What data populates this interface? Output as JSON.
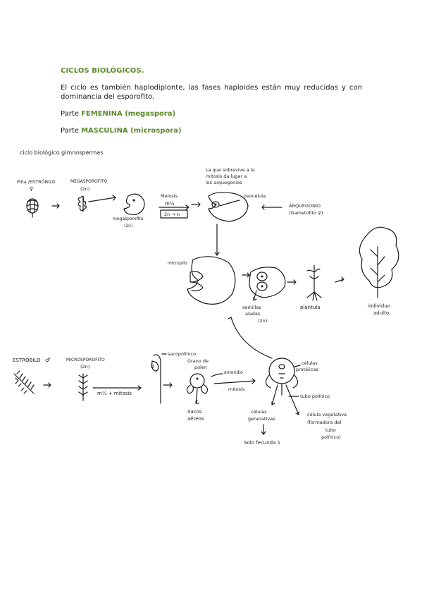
{
  "colors": {
    "accent": "#5d8a2c",
    "ink": "#1a1a1a"
  },
  "heading": "CICLOS BIOLÓGICOS.",
  "intro": "El ciclo es también haplodiplonte, las fases haploides están muy reducidas y con dominancia del esporofito.",
  "female": {
    "prefix": "Parte ",
    "term": "FEMENINA (megaspora)"
  },
  "male": {
    "prefix": "Parte ",
    "term": "MASCULINA (microspora)"
  },
  "diagram": {
    "title": "ciclo biológico gimnospermas",
    "pina": "Piña /ESTRÓBILO",
    "female_symbol": "♀",
    "megasporofito": "MEGASPOROFITO",
    "two_n": "(2n)",
    "megasporofito_lower": "megasporofito",
    "meiosis": "Meiosis",
    "m_half": "m½",
    "two_n_to_n": "2n → n",
    "sobrevive": [
      "La que sobrevive a la",
      "mitosis da lugar a",
      "los arquegonios"
    ],
    "ovocelula": "ovocélula",
    "arquegonio": "ARQUEGONIO",
    "gametofito": "(Gametofito ♀)",
    "micropilo": "micropilo",
    "semillas": [
      "semillas",
      "aladas"
    ],
    "plantula": "plántula",
    "individuo": [
      "individuo",
      "adulto."
    ],
    "estrobilo_male": "ESTRÓBILO",
    "male_symbol": "♂",
    "microsporofito": "MICROSPOROFITO",
    "mitosis_label": "m½ + mitosis",
    "b_letter": "b",
    "sacopolinico": "sacopolínico",
    "grano": [
      "Grano de",
      "polen"
    ],
    "anterioridio": "anteridio",
    "mitosis": "mitosis",
    "sacos": [
      "Sacos",
      "aéreos"
    ],
    "celulas_protalicas": [
      "células",
      "protálicas"
    ],
    "tubo_polinico": "tubo polínico",
    "celulas_generativas": [
      "células",
      "generativas"
    ],
    "celula_vegetativa": [
      "célula vegetativa",
      "(formadora del",
      "tubo",
      "polínico)"
    ],
    "solo_fecunda": "Solo fecunda 1"
  }
}
